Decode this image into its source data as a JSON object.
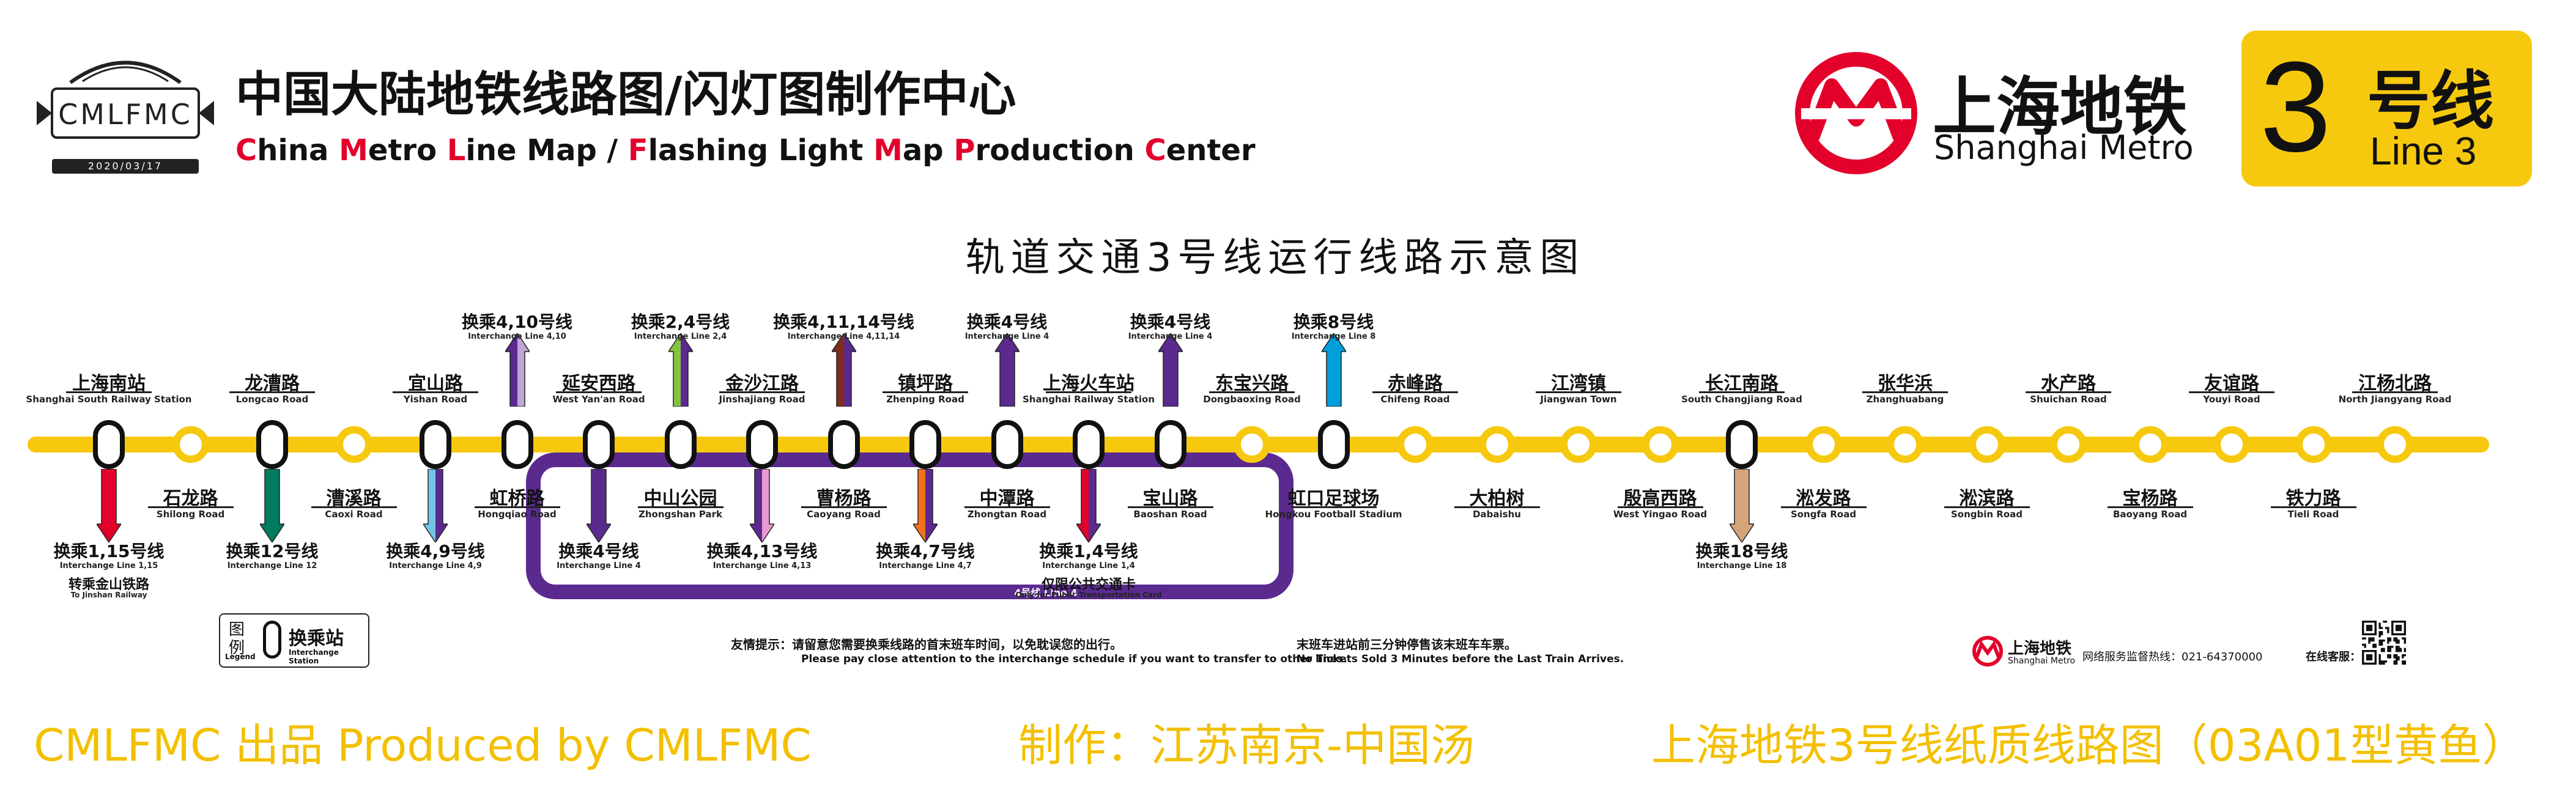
{
  "header": {
    "logo_text": "CMLFMC",
    "logo_date": "2020/03/17",
    "title_cn": "中国大陆地铁线路图/闪灯图制作中心",
    "title_en": "China Metro Line Map / Flashing Light Map Production Center",
    "brand_cn": "上海地铁",
    "brand_en": "Shanghai Metro",
    "line_number": "3",
    "line_cn": "号线",
    "line_en": "Line 3"
  },
  "map_title": "轨道交通3号线运行线路示意图",
  "colors": {
    "line3": "#f6c90f",
    "line4": "#5b2a8e",
    "line1": "#e3002b",
    "line2": "#83c341",
    "line10": "#c1a4d8",
    "line11": "#7e2e1c",
    "line12": "#007a60",
    "line9": "#71c5e8",
    "line8": "#009edb",
    "line18": "#d6a47b",
    "line13": "#e89ad0",
    "line7": "#f2711c",
    "footer": "#f3c000"
  },
  "stations": [
    {
      "name": "上海南站",
      "en": "Shanghai South Railway Station",
      "label_pos": "top",
      "interchange": true
    },
    {
      "name": "石龙路",
      "en": "Shilong Road",
      "label_pos": "bottom",
      "interchange": false
    },
    {
      "name": "龙漕路",
      "en": "Longcao Road",
      "label_pos": "top",
      "interchange": true
    },
    {
      "name": "漕溪路",
      "en": "Caoxi Road",
      "label_pos": "bottom",
      "interchange": false
    },
    {
      "name": "宜山路",
      "en": "Yishan Road",
      "label_pos": "top",
      "interchange": true
    },
    {
      "name": "虹桥路",
      "en": "Hongqiao Road",
      "label_pos": "bottom",
      "interchange": true
    },
    {
      "name": "延安西路",
      "en": "West Yan'an Road",
      "label_pos": "top",
      "interchange": true
    },
    {
      "name": "中山公园",
      "en": "Zhongshan Park",
      "label_pos": "bottom",
      "interchange": true
    },
    {
      "name": "金沙江路",
      "en": "Jinshajiang Road",
      "label_pos": "top",
      "interchange": true
    },
    {
      "name": "曹杨路",
      "en": "Caoyang Road",
      "label_pos": "bottom",
      "interchange": true
    },
    {
      "name": "镇坪路",
      "en": "Zhenping Road",
      "label_pos": "top",
      "interchange": true
    },
    {
      "name": "中潭路",
      "en": "Zhongtan Road",
      "label_pos": "bottom",
      "interchange": true
    },
    {
      "name": "上海火车站",
      "en": "Shanghai Railway Station",
      "label_pos": "top",
      "interchange": true
    },
    {
      "name": "宝山路",
      "en": "Baoshan Road",
      "label_pos": "bottom",
      "interchange": true
    },
    {
      "name": "东宝兴路",
      "en": "Dongbaoxing Road",
      "label_pos": "top",
      "interchange": false
    },
    {
      "name": "虹口足球场",
      "en": "Hongkou Football Stadium",
      "label_pos": "bottom",
      "interchange": true
    },
    {
      "name": "赤峰路",
      "en": "Chifeng Road",
      "label_pos": "top",
      "interchange": false
    },
    {
      "name": "大柏树",
      "en": "Dabaishu",
      "label_pos": "bottom",
      "interchange": false
    },
    {
      "name": "江湾镇",
      "en": "Jiangwan Town",
      "label_pos": "top",
      "interchange": false
    },
    {
      "name": "殷高西路",
      "en": "West Yingao Road",
      "label_pos": "bottom",
      "interchange": false
    },
    {
      "name": "长江南路",
      "en": "South Changjiang Road",
      "label_pos": "top",
      "interchange": true
    },
    {
      "name": "淞发路",
      "en": "Songfa Road",
      "label_pos": "bottom",
      "interchange": false
    },
    {
      "name": "张华浜",
      "en": "Zhanghuabang",
      "label_pos": "top",
      "interchange": false
    },
    {
      "name": "淞滨路",
      "en": "Songbin Road",
      "label_pos": "bottom",
      "interchange": false
    },
    {
      "name": "水产路",
      "en": "Shuichan Road",
      "label_pos": "top",
      "interchange": false
    },
    {
      "name": "宝杨路",
      "en": "Baoyang Road",
      "label_pos": "bottom",
      "interchange": false
    },
    {
      "name": "友谊路",
      "en": "Youyi Road",
      "label_pos": "top",
      "interchange": false
    },
    {
      "name": "铁力路",
      "en": "Tieli Road",
      "label_pos": "bottom",
      "interchange": false
    },
    {
      "name": "江杨北路",
      "en": "North Jiangyang Road",
      "label_pos": "top",
      "interchange": false
    }
  ],
  "transfers": [
    {
      "station": 0,
      "dir": "down",
      "cn": "换乘1,15号线",
      "en": "Interchange Line 1,15",
      "extra_cn": "转乘金山铁路",
      "extra_en": "To Jinshan Railway",
      "color": "#e3002b"
    },
    {
      "station": 2,
      "dir": "down",
      "cn": "换乘12号线",
      "en": "Interchange Line 12",
      "color": "#007a60"
    },
    {
      "station": 4,
      "dir": "down",
      "cn": "换乘4,9号线",
      "en": "Interchange Line 4,9",
      "color": "#71c5e8",
      "color2": "#5b2a8e"
    },
    {
      "station": 5,
      "dir": "up",
      "cn": "换乘4,10号线",
      "en": "Interchange Line 4,10",
      "color": "#5b2a8e",
      "color2": "#c1a4d8"
    },
    {
      "station": 6,
      "dir": "down",
      "cn": "换乘4号线",
      "en": "Interchange Line 4",
      "color": "#5b2a8e"
    },
    {
      "station": 7,
      "dir": "up",
      "cn": "换乘2,4号线",
      "en": "Interchange Line 2,4",
      "color": "#83c341",
      "color2": "#5b2a8e"
    },
    {
      "station": 8,
      "dir": "down",
      "cn": "换乘4,13号线",
      "en": "Interchange Line 4,13",
      "color": "#5b2a8e",
      "color2": "#e89ad0"
    },
    {
      "station": 9,
      "dir": "up",
      "cn": "换乘4,11,14号线",
      "en": "Interchange Line 4,11,14",
      "color": "#7e2e1c",
      "color2": "#5b2a8e"
    },
    {
      "station": 10,
      "dir": "down",
      "cn": "换乘4,7号线",
      "en": "Interchange Line 4,7",
      "color": "#f2711c",
      "color2": "#5b2a8e"
    },
    {
      "station": 11,
      "dir": "up",
      "cn": "换乘4号线",
      "en": "Interchange Line 4",
      "color": "#5b2a8e"
    },
    {
      "station": 12,
      "dir": "down",
      "cn": "换乘1,4号线",
      "en": "Interchange Line 1,4",
      "extra_cn": "仅限公共交通卡",
      "extra_en": "Only for Public Transportation Card",
      "color": "#e3002b",
      "color2": "#5b2a8e"
    },
    {
      "station": 13,
      "dir": "up",
      "cn": "换乘4号线",
      "en": "Interchange Line 4",
      "color": "#5b2a8e"
    },
    {
      "station": 15,
      "dir": "up",
      "cn": "换乘8号线",
      "en": "Interchange Line 8",
      "color": "#009edb"
    },
    {
      "station": 20,
      "dir": "down",
      "cn": "换乘18号线",
      "en": "Interchange Line 18",
      "color": "#d6a47b"
    }
  ],
  "line4_label": "4号线  Line 4",
  "legend": {
    "title_cn": "图例",
    "title_en": "Legend",
    "item_cn": "换乘站",
    "item_en": "Interchange Station"
  },
  "notices": {
    "tip_cn": "友情提示：请留意您需要换乘线路的首末班车时间，以免耽误您的出行。",
    "tip_en": "Please pay close attention to the interchange schedule if you want to transfer to other lines.",
    "last_cn": "末班车进站前三分钟停售该末班车车票。",
    "last_en": "No Tickets Sold 3 Minutes before the Last Train Arrives."
  },
  "bottom_brand": {
    "cn": "上海地铁",
    "en": "Shanghai Metro",
    "hotline": "网络服务监督热线：021-64370000",
    "service": "在线客服："
  },
  "footer": {
    "left": "CMLFMC 出品  Produced by CMLFMC",
    "middle": "制作：江苏南京-中国汤",
    "right": "上海地铁3号线纸质线路图（03A01型黄鱼）"
  }
}
